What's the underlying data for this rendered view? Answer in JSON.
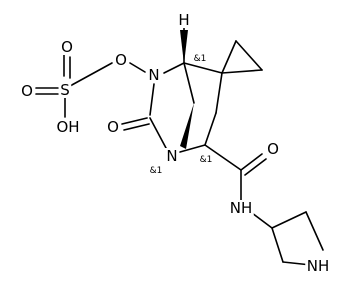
{
  "molecule": {
    "atoms": {
      "o_ether": "O",
      "n_bicyclic_top": "N",
      "s_sulfonyl": "S",
      "o_sulfonyl_a": "O",
      "o_sulfonyl_b": "O",
      "oh_group": "OH",
      "o_carbonyl_ring": "O",
      "n_bicyclic_bottom": "N",
      "o_amide": "O",
      "nh_amide": "NH",
      "nh_azetidine": "NH",
      "h_bridgehead": "H"
    },
    "stereo_labels": {
      "bridgehead_top": "&1",
      "n_bottom": "&1",
      "c_amide": "&1"
    },
    "colors": {
      "bond": "#000000",
      "text": "#000000",
      "background": "#ffffff"
    }
  }
}
